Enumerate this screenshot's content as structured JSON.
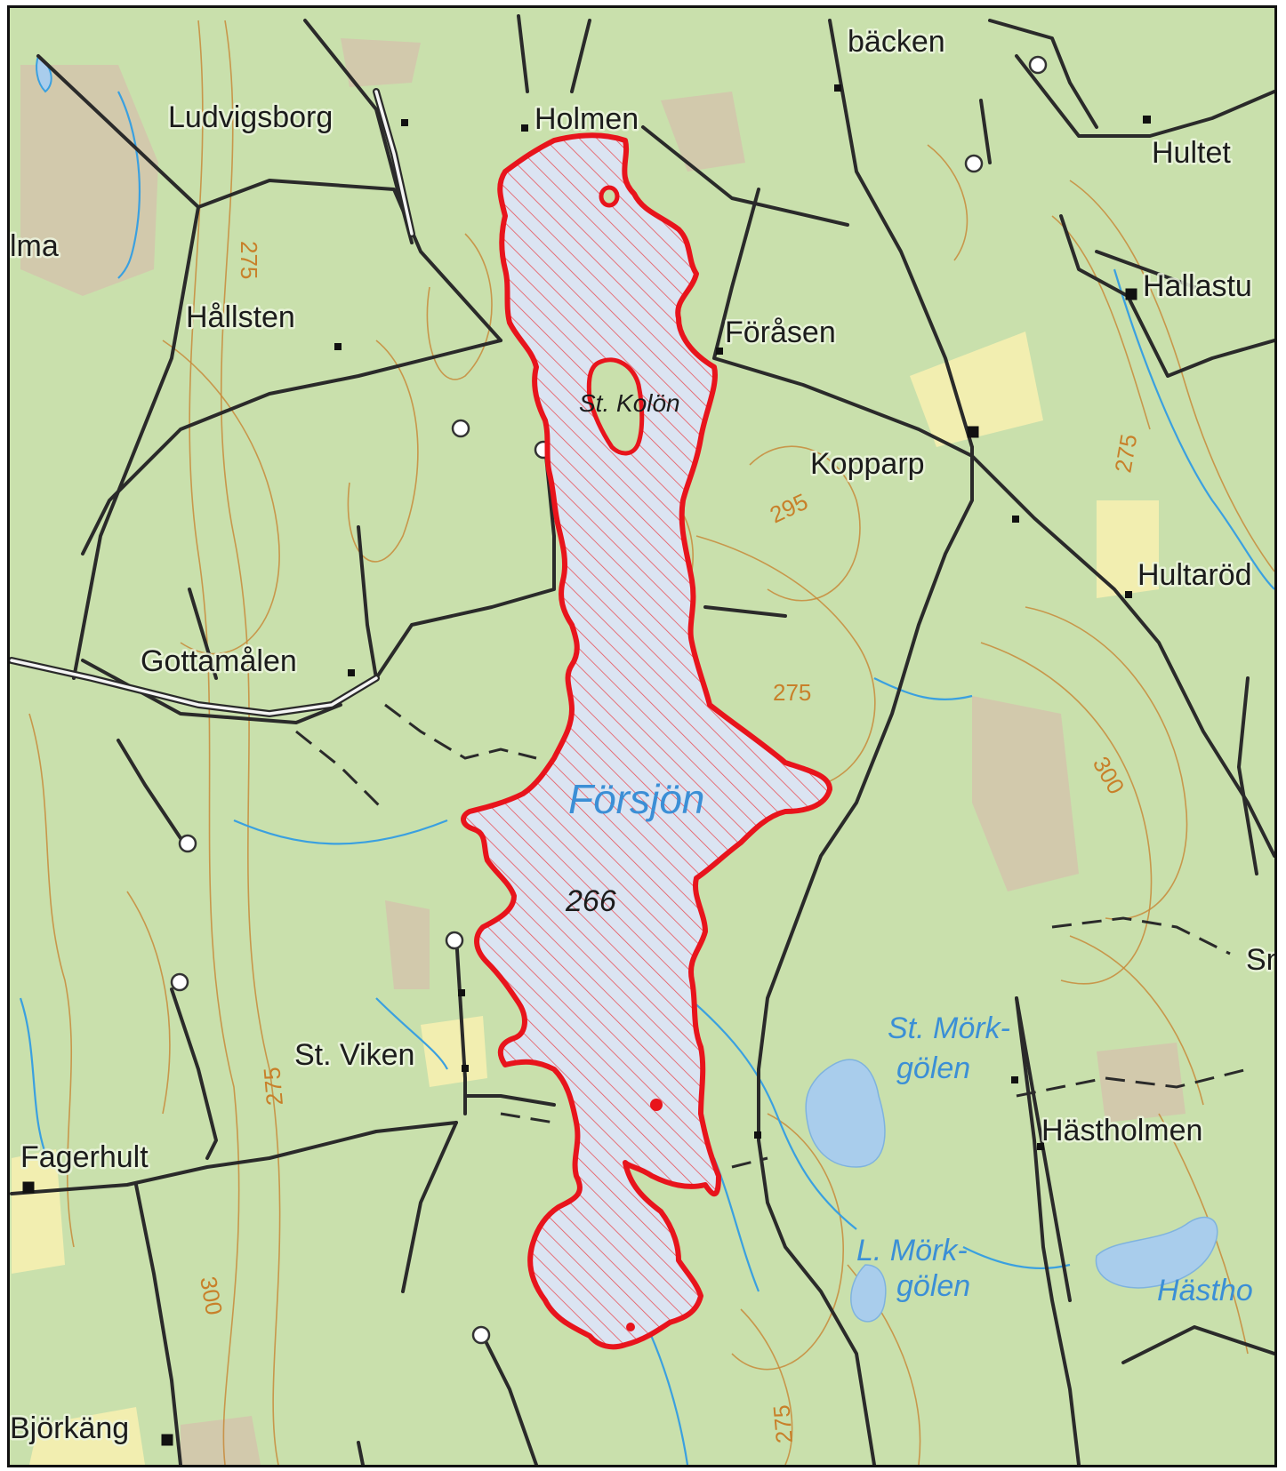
{
  "map": {
    "lake": {
      "name": "Försjön",
      "elevation": "266",
      "island": "St. Kolön"
    },
    "places": [
      {
        "id": "brudbacken",
        "label": "bäcken"
      },
      {
        "id": "ludvigsborg",
        "label": "Ludvigsborg"
      },
      {
        "id": "holmen",
        "label": "Holmen"
      },
      {
        "id": "hultet",
        "label": "Hultet"
      },
      {
        "id": "ima",
        "label": "lma"
      },
      {
        "id": "hallsten",
        "label": "Hållsten"
      },
      {
        "id": "hallastu",
        "label": "Hallastu"
      },
      {
        "id": "forasen",
        "label": "Föråsen"
      },
      {
        "id": "kopparp",
        "label": "Kopparp"
      },
      {
        "id": "hultarod",
        "label": "Hultaröd"
      },
      {
        "id": "gottamalen",
        "label": "Gottamålen"
      },
      {
        "id": "st-viken",
        "label": "St. Viken"
      },
      {
        "id": "fagerhult",
        "label": "Fagerhult"
      },
      {
        "id": "hastholmen",
        "label": "Hästholmen"
      },
      {
        "id": "bjorkang",
        "label": "Björkäng"
      },
      {
        "id": "sn",
        "label": "Sn"
      }
    ],
    "water_labels": [
      {
        "id": "st-morkgolen-1",
        "label": "St. Mörk-"
      },
      {
        "id": "st-morkgolen-2",
        "label": "gölen"
      },
      {
        "id": "l-morkgolen-1",
        "label": "L. Mörk-"
      },
      {
        "id": "l-morkgolen-2",
        "label": "gölen"
      },
      {
        "id": "hastho",
        "label": "Hästho"
      }
    ],
    "contour_labels": [
      "275",
      "295",
      "275",
      "300",
      "275",
      "275",
      "300",
      "275"
    ],
    "colors": {
      "forest": "#c9e0ac",
      "water": "#a9cdec",
      "lake_fill": "#dbe4f2",
      "outline": "#e8141c",
      "hatch": "#e84a52",
      "contour": "#c8893a"
    }
  }
}
